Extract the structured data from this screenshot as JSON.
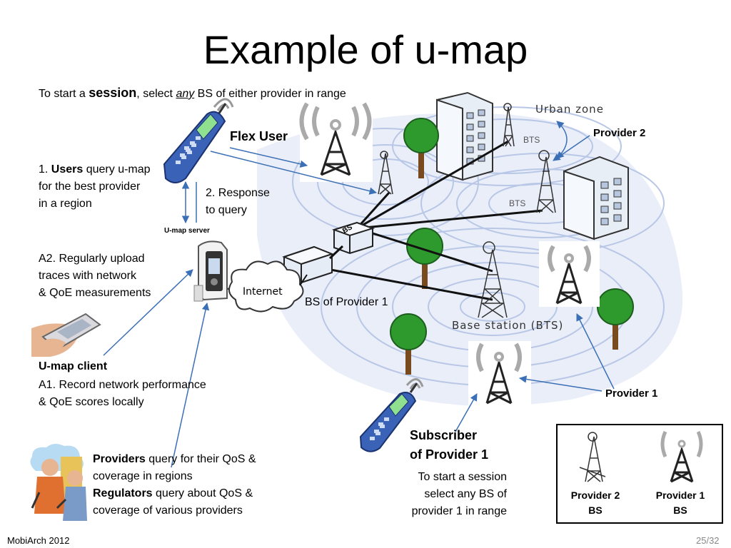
{
  "slide": {
    "title": "Example of u-map",
    "intro": {
      "prefix": "To start a ",
      "session": "session",
      "middle": ", select ",
      "any": "any",
      "suffix": " BS of either provider in range"
    },
    "flex_user": "Flex User",
    "step1": {
      "number": "1. ",
      "users": "Users",
      "line1_rest": " query u-map",
      "line2": "for the best provider",
      "line3": "in a region"
    },
    "step2": {
      "line1": "2. Response",
      "line2": "to query"
    },
    "umap_server": "U-map server",
    "a2": {
      "line1": "A2. Regularly  upload",
      "line2": "traces with network",
      "line3": "& QoE measurements"
    },
    "internet": "Internet",
    "bs": "BS",
    "bs_provider1": "BS of Provider 1",
    "umap_client": "U-map  client",
    "a1": {
      "line1": "A1. Record network performance",
      "line2": "& QoE scores locally"
    },
    "providers_text": {
      "providers": "Providers",
      "line1_rest": " query for their QoS &",
      "line2": "coverage in regions",
      "regulators": "Regulators",
      "line3_rest": " query about QoS &",
      "line4": "coverage of various providers"
    },
    "urban_zone": "Urban zone",
    "bts_label": "BTS",
    "base_station": "Base station (BTS)",
    "provider2": "Provider 2",
    "provider1": "Provider 1",
    "subscriber": {
      "line1": "Subscriber",
      "line2": "of Provider 1"
    },
    "session_note": {
      "line1": "To start a session",
      "line2": "select any BS of",
      "line3": "provider 1 in range"
    },
    "legend": {
      "p2_line1": "Provider 2",
      "p2_line2": "BS",
      "p1_line1": "Provider 1",
      "p1_line2": "BS"
    },
    "footer_left": "MobiArch 2012",
    "page_number": "25/32"
  }
}
